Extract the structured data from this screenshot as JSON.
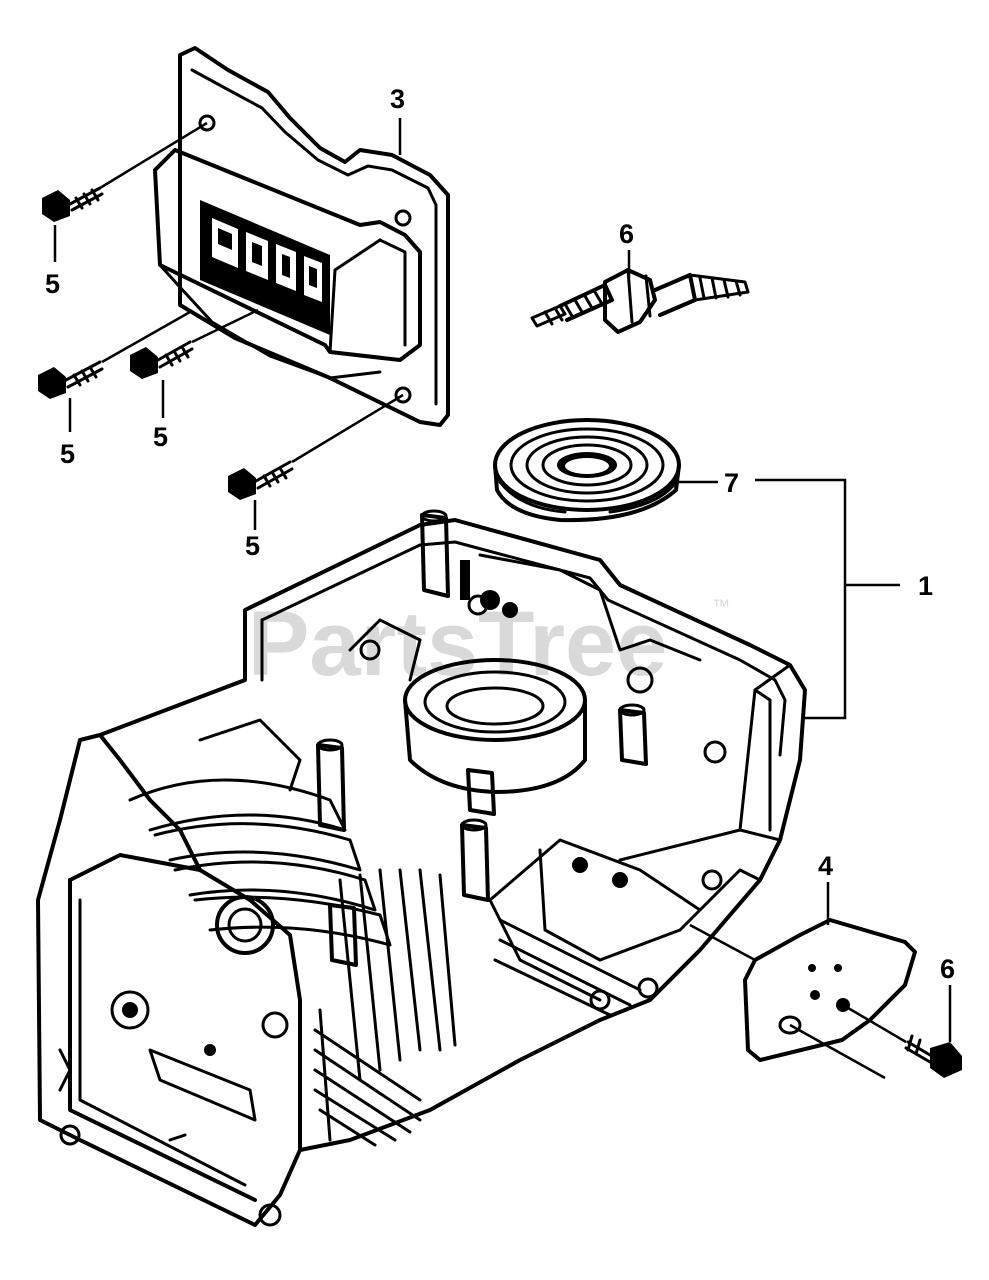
{
  "watermark": {
    "text": "PartsTree",
    "trademark": "™"
  },
  "callouts": {
    "part_1": "1",
    "part_3": "3",
    "part_4": "4",
    "part_5a": "5",
    "part_5b": "5",
    "part_5c": "5",
    "part_5d": "5",
    "part_6a": "6",
    "part_6b": "6",
    "part_7": "7"
  },
  "colors": {
    "ink": "#000000",
    "background": "#ffffff",
    "watermark": "#d9d9d9"
  }
}
